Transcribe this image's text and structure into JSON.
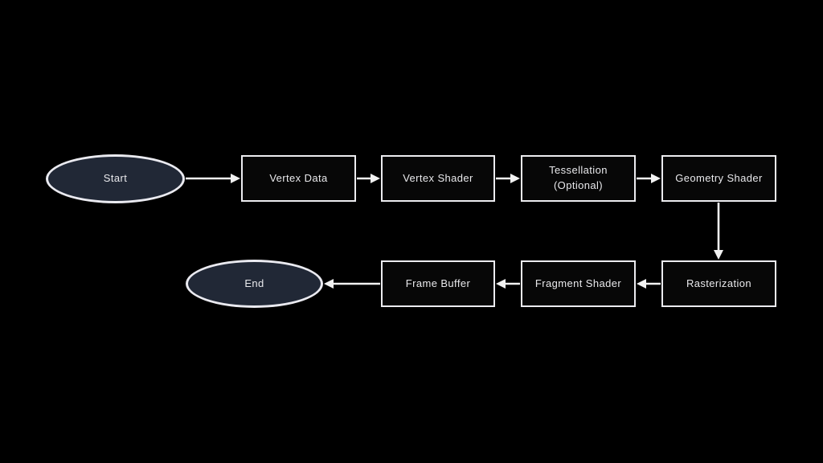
{
  "diagram": {
    "type": "flowchart",
    "nodes": {
      "start": {
        "label": "Start",
        "shape": "ellipse"
      },
      "vertex_data": {
        "label": "Vertex Data",
        "shape": "rect"
      },
      "vertex_shader": {
        "label": "Vertex Shader",
        "shape": "rect"
      },
      "tessellation": {
        "label": "Tessellation (Optional)",
        "shape": "rect"
      },
      "geometry_shader": {
        "label": "Geometry Shader",
        "shape": "rect"
      },
      "rasterization": {
        "label": "Rasterization",
        "shape": "rect"
      },
      "fragment_shader": {
        "label": "Fragment Shader",
        "shape": "rect"
      },
      "frame_buffer": {
        "label": "Frame Buffer",
        "shape": "rect"
      },
      "end": {
        "label": "End",
        "shape": "ellipse"
      }
    },
    "edges": [
      {
        "from": "start",
        "to": "vertex_data",
        "direction": "right"
      },
      {
        "from": "vertex_data",
        "to": "vertex_shader",
        "direction": "right"
      },
      {
        "from": "vertex_shader",
        "to": "tessellation",
        "direction": "right"
      },
      {
        "from": "tessellation",
        "to": "geometry_shader",
        "direction": "right"
      },
      {
        "from": "geometry_shader",
        "to": "rasterization",
        "direction": "down"
      },
      {
        "from": "rasterization",
        "to": "fragment_shader",
        "direction": "left"
      },
      {
        "from": "fragment_shader",
        "to": "frame_buffer",
        "direction": "left"
      },
      {
        "from": "frame_buffer",
        "to": "end",
        "direction": "left"
      }
    ],
    "colors": {
      "background": "#000000",
      "rect_fill": "#070707",
      "ellipse_fill": "#212836",
      "border": "#ececf0",
      "arrow": "#f2f2f2",
      "text": "#e9e9ec"
    }
  }
}
